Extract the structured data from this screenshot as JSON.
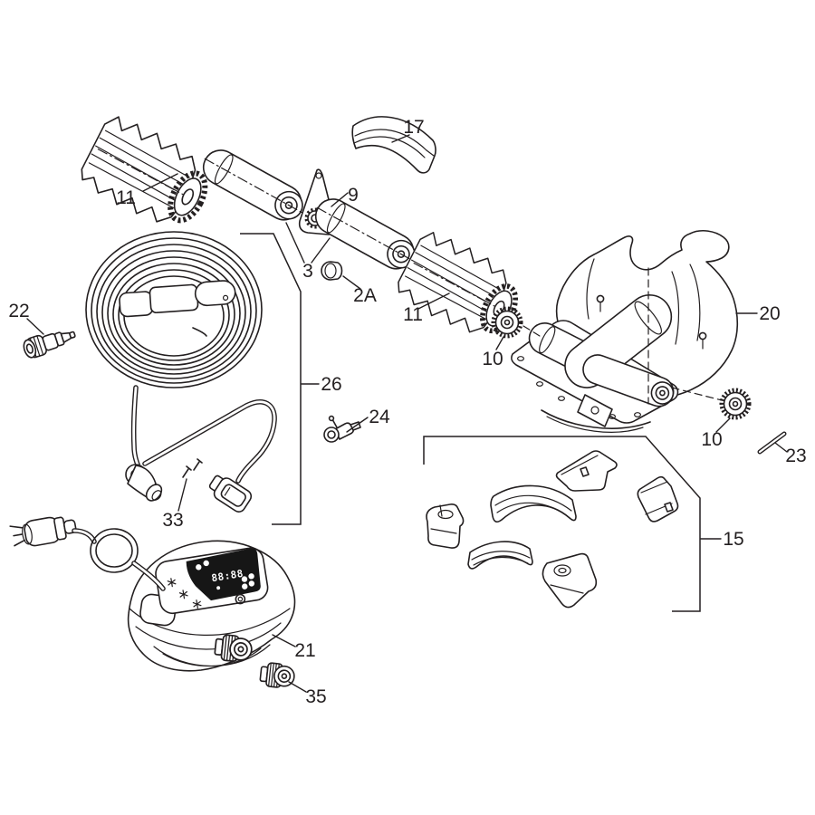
{
  "figure": {
    "kind": "exploded-parts-diagram",
    "background_color": "#ffffff",
    "ink_color": "#231f20"
  },
  "callouts": [
    {
      "id": "11-left",
      "label": "11"
    },
    {
      "id": "17",
      "label": "17"
    },
    {
      "id": "9",
      "label": "9"
    },
    {
      "id": "3",
      "label": "3"
    },
    {
      "id": "2A",
      "label": "2A"
    },
    {
      "id": "11-right",
      "label": "11"
    },
    {
      "id": "10-top",
      "label": "10"
    },
    {
      "id": "20",
      "label": "20"
    },
    {
      "id": "10-bottom",
      "label": "10"
    },
    {
      "id": "23",
      "label": "23"
    },
    {
      "id": "22",
      "label": "22"
    },
    {
      "id": "26",
      "label": "26"
    },
    {
      "id": "24",
      "label": "24"
    },
    {
      "id": "33",
      "label": "33"
    },
    {
      "id": "15",
      "label": "15"
    },
    {
      "id": "21",
      "label": "21"
    },
    {
      "id": "35",
      "label": "35"
    }
  ],
  "power_supply": {
    "display_value": "88:88"
  }
}
